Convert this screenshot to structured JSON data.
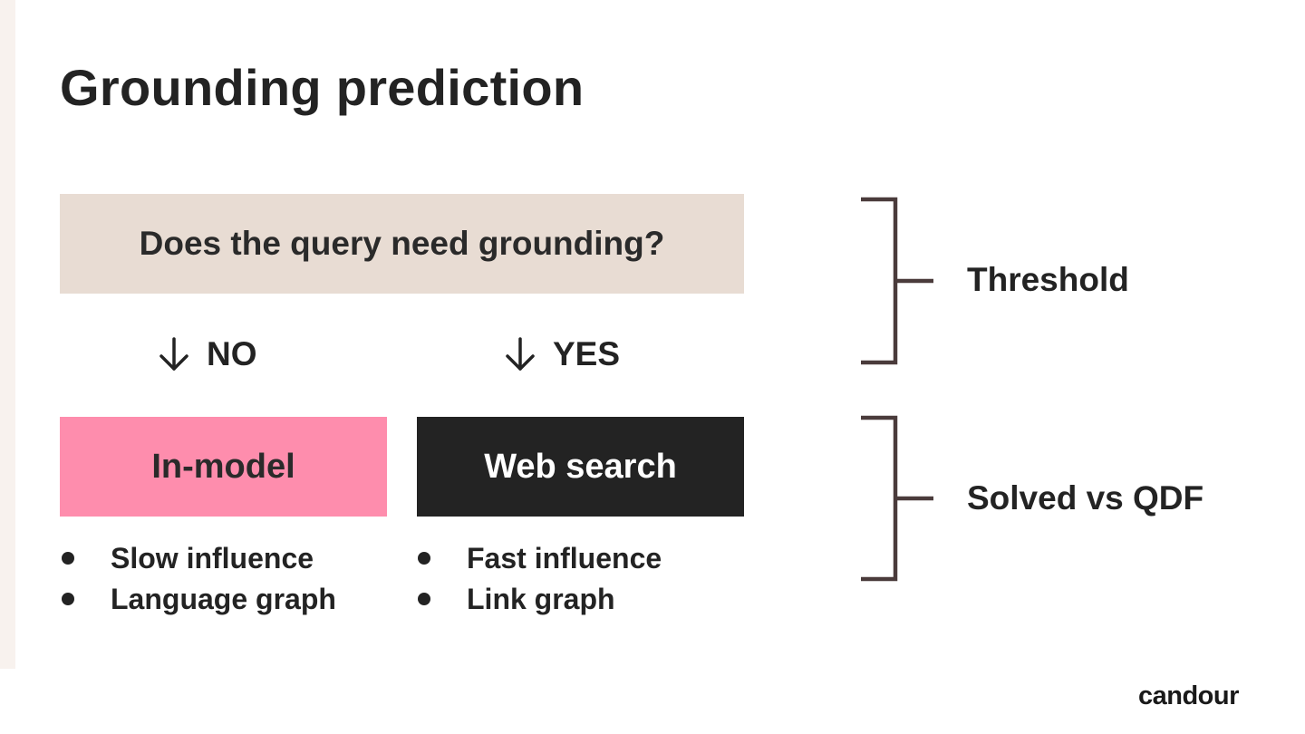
{
  "slide": {
    "title": "Grounding prediction"
  },
  "flowchart": {
    "question": "Does the query need grounding?",
    "branches": {
      "no_label": "NO",
      "yes_label": "YES",
      "arrow_icon": "arrow-down-icon"
    },
    "in_model": {
      "label": "In-model",
      "color": "#fe8dad",
      "bullets": [
        "Slow influence",
        "Language graph"
      ]
    },
    "web_search": {
      "label": "Web search",
      "color": "#232323",
      "bullets": [
        "Fast influence",
        "Link graph"
      ]
    },
    "question_color": "#e8dcd3"
  },
  "brackets": {
    "top_label": "Threshold",
    "bottom_label": "Solved vs QDF",
    "color": "#4a3b3b"
  },
  "brand": {
    "logo_text": "candour"
  }
}
